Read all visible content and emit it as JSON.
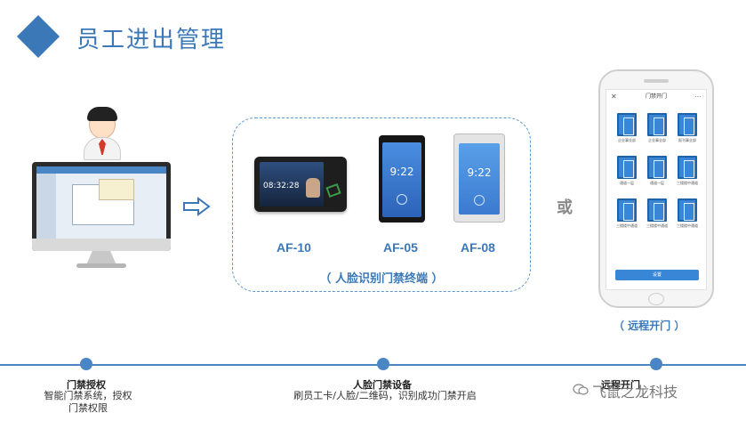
{
  "header": {
    "title": "员工进出管理"
  },
  "devices": {
    "models": [
      "AF-10",
      "AF-05",
      "AF-08"
    ],
    "af10_time": "08:32:28",
    "af05_time": "9:22",
    "af08_time": "9:22",
    "group_caption": "（ 人脸识别门禁终端 ）"
  },
  "or_text": "或",
  "phone": {
    "screen_title": "门禁开门",
    "close_glyph": "✕",
    "more_glyph": "···",
    "doors": [
      "企业事业部",
      "企业事业部",
      "报刊事业部",
      "通道一层",
      "通道一层",
      "三楼楼中通道",
      "三楼楼中通道",
      "三楼楼中通道",
      "三楼楼中通道"
    ],
    "settings_button": "设置",
    "caption": "（ 远程开门 ）"
  },
  "timeline": {
    "steps": [
      {
        "title": "门禁授权",
        "desc_line1": "智能门禁系统，授权",
        "desc_line2": "门禁权限"
      },
      {
        "title": "人脸门禁设备",
        "desc_line1": "刷员工卡/人脸/二维码，识别成功门禁开启",
        "desc_line2": ""
      },
      {
        "title": "远程开门",
        "desc_line1": "",
        "desc_line2": ""
      }
    ]
  },
  "watermark": "飞鼠之龙科技",
  "colors": {
    "accent": "#3a78b8",
    "timeline": "#4a86c5",
    "door_icon": "#3a86d6"
  }
}
